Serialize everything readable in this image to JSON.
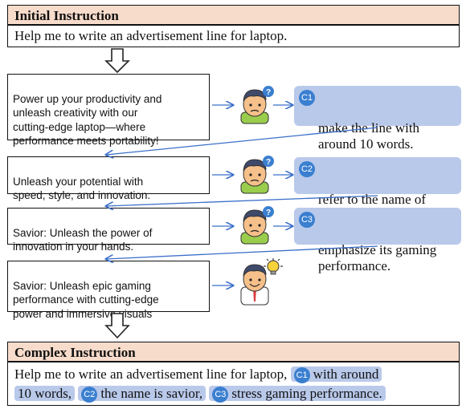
{
  "initial": {
    "header": "Initial Instruction",
    "text": "Help me to write an advertisement line for laptop."
  },
  "rounds": [
    {
      "response": "Power up your productivity and\nunleash creativity with our\ncutting-edge laptop—where\nperformance meets portability!",
      "badge": "C1",
      "clarification": "make the line with\naround 10 words."
    },
    {
      "response": "Unleash your potential with\nspeed, style, and innovation.",
      "badge": "C2",
      "clarification": "refer to the name of\nthe laptop as savior."
    },
    {
      "response": "Savior: Unleash the power of\ninnovation in your hands.",
      "badge": "C3",
      "clarification": "emphasize its gaming\nperformance."
    },
    {
      "response": "Savior: Unleash epic gaming\nperformance with cutting-edge\npower and immersive visuals"
    }
  ],
  "complex": {
    "header": "Complex Instruction",
    "line1_text": "Help me to write an advertisement line for laptop,",
    "c1_badge": "C1",
    "c1_text": "with around",
    "line2_start": "10 words,",
    "c2_badge": "C2",
    "c2_text": "the name is savior,",
    "c3_badge": "C3",
    "c3_text": "stress gaming performance."
  },
  "icons": {
    "confused_user": "confused-user-icon",
    "happy_user": "idea-user-icon",
    "down_arrow": "down-arrow-icon",
    "right_arrow": "right-arrow-icon"
  },
  "colors": {
    "header_bg": "#f8dccb",
    "clarify_bg": "#b9c9ea",
    "badge": "#3a7fd0",
    "arrow": "#3b6fc9"
  }
}
